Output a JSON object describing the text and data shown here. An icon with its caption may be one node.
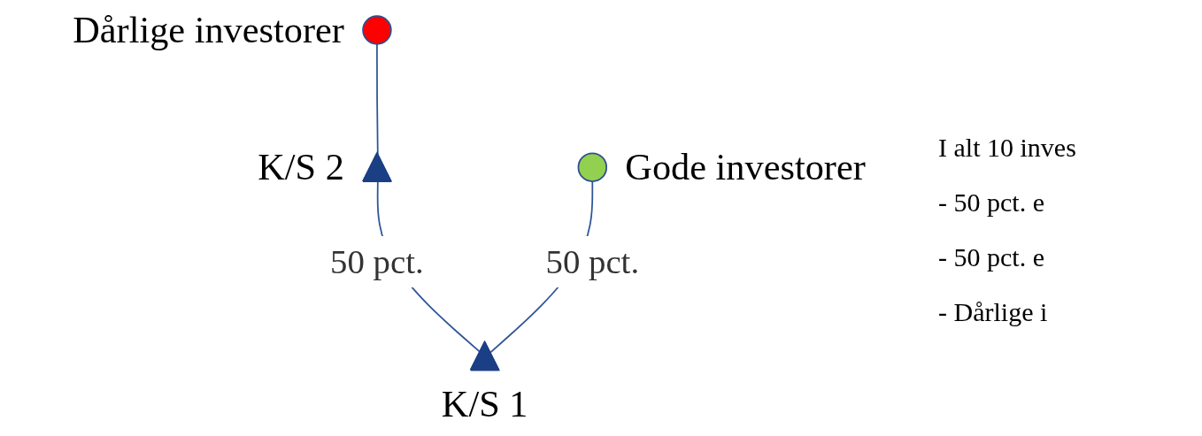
{
  "diagram": {
    "nodes": [
      {
        "text": [],
        "shape": "ellipse",
        "beside": [
          "Dårlige investorer"
        ]
      },
      {
        "text": [],
        "shape": "ellipse",
        "beside": [
          "Gode investorer"
        ]
      },
      {
        "text": [],
        "shape": "triangle",
        "beside": [
          "K/S 2"
        ]
      },
      {
        "text": [],
        "shape": "triangle",
        "beside": [
          "K/S 1"
        ]
      }
    ],
    "edges": [
      {
        "from": 0,
        "to": 2,
        "arrow": "none"
      },
      {
        "from": 2,
        "to": 3,
        "arrow": "none",
        "label": "50 pct."
      },
      {
        "from": 1,
        "to": 3,
        "arrow": "none",
        "label": "50 pct."
      }
    ],
    "labels": [
      "I alt 10 inves",
      "- 50 pct. e",
      "- 50 pct. e",
      "- Dårlige i"
    ]
  }
}
